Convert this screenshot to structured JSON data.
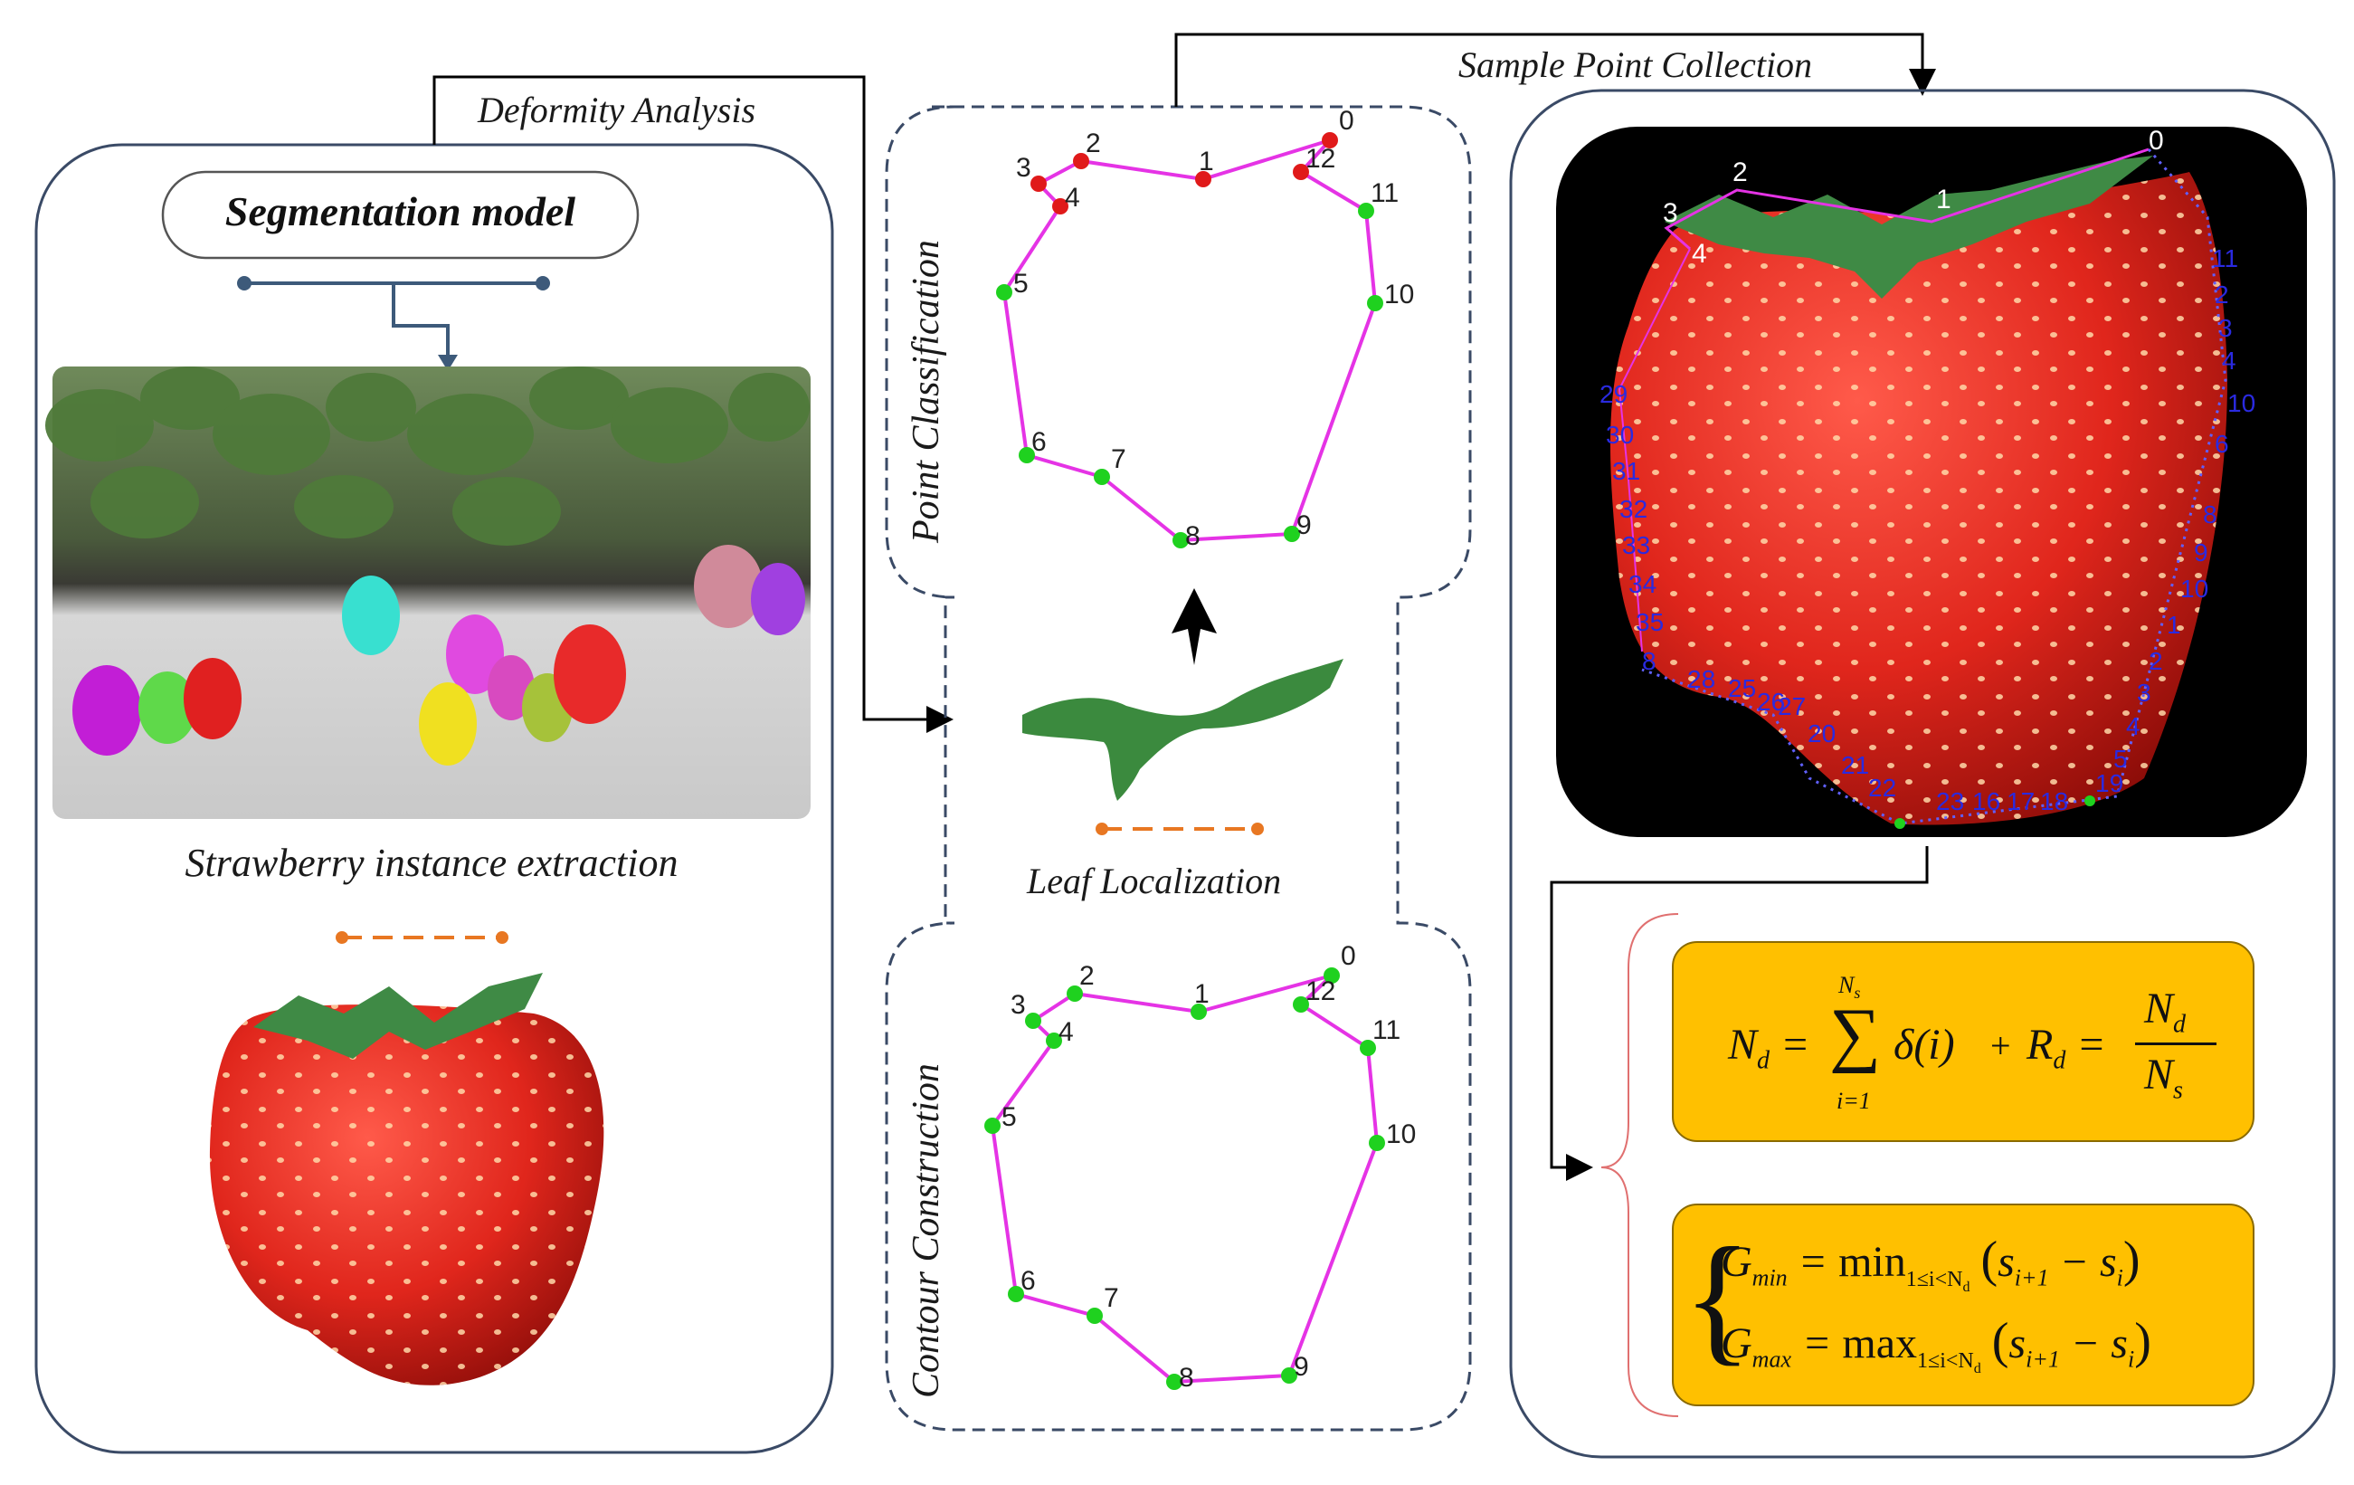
{
  "labels": {
    "deformity_analysis": "Deformity Analysis",
    "sample_point_collection": "Sample Point Collection",
    "segmentation_model": "Segmentation model",
    "strawberry_instance_extraction": "Strawberry instance extraction",
    "point_classification": "Point Classification",
    "leaf_localization": "Leaf Localization",
    "contour_construction": "Contour Construction"
  },
  "contour_points": [
    "0",
    "1",
    "2",
    "3",
    "4",
    "5",
    "6",
    "7",
    "8",
    "9",
    "10",
    "11",
    "12"
  ],
  "sample_points": [
    "0",
    "1",
    "2",
    "3",
    "4",
    "11",
    "2",
    "3",
    "4",
    "10",
    "6",
    "8",
    "9",
    "10",
    "1",
    "2",
    "3",
    "4",
    "5",
    "19",
    "18",
    "17",
    "16",
    "23",
    "22",
    "21",
    "20",
    "27",
    "26",
    "25",
    "28",
    "29",
    "30",
    "31",
    "32",
    "33",
    "34",
    "35",
    "8"
  ],
  "formulas": {
    "nd_lhs": "N",
    "nd_sub": "d",
    "sum_top": "N",
    "sum_top_sub": "s",
    "sum_bottom": "i=1",
    "sum_body": "δ(i)",
    "plus": "+",
    "rd_lhs": "R",
    "rd_sub": "d",
    "frac_num": "N",
    "frac_num_sub": "d",
    "frac_den": "N",
    "frac_den_sub": "s",
    "gmin_lhs": "G",
    "gmin_sub": "min",
    "gmin_op": "min",
    "gmax_lhs": "G",
    "gmax_sub": "max",
    "gmax_op": "max",
    "range_sub": "1≤i<N",
    "range_sub_d": "d",
    "diff_body": "s",
    "diff_sub1": "i+1",
    "diff_sub2": "i"
  },
  "colors": {
    "contour_line": "#e533e5",
    "green_point": "#1fd11f",
    "red_point": "#e01a1a",
    "formula_fill": "#ffc000",
    "connector": "#000000",
    "dash_orange": "#e87722",
    "panel_border": "#3a4a66",
    "seg_bar": "#3d5a7a"
  }
}
